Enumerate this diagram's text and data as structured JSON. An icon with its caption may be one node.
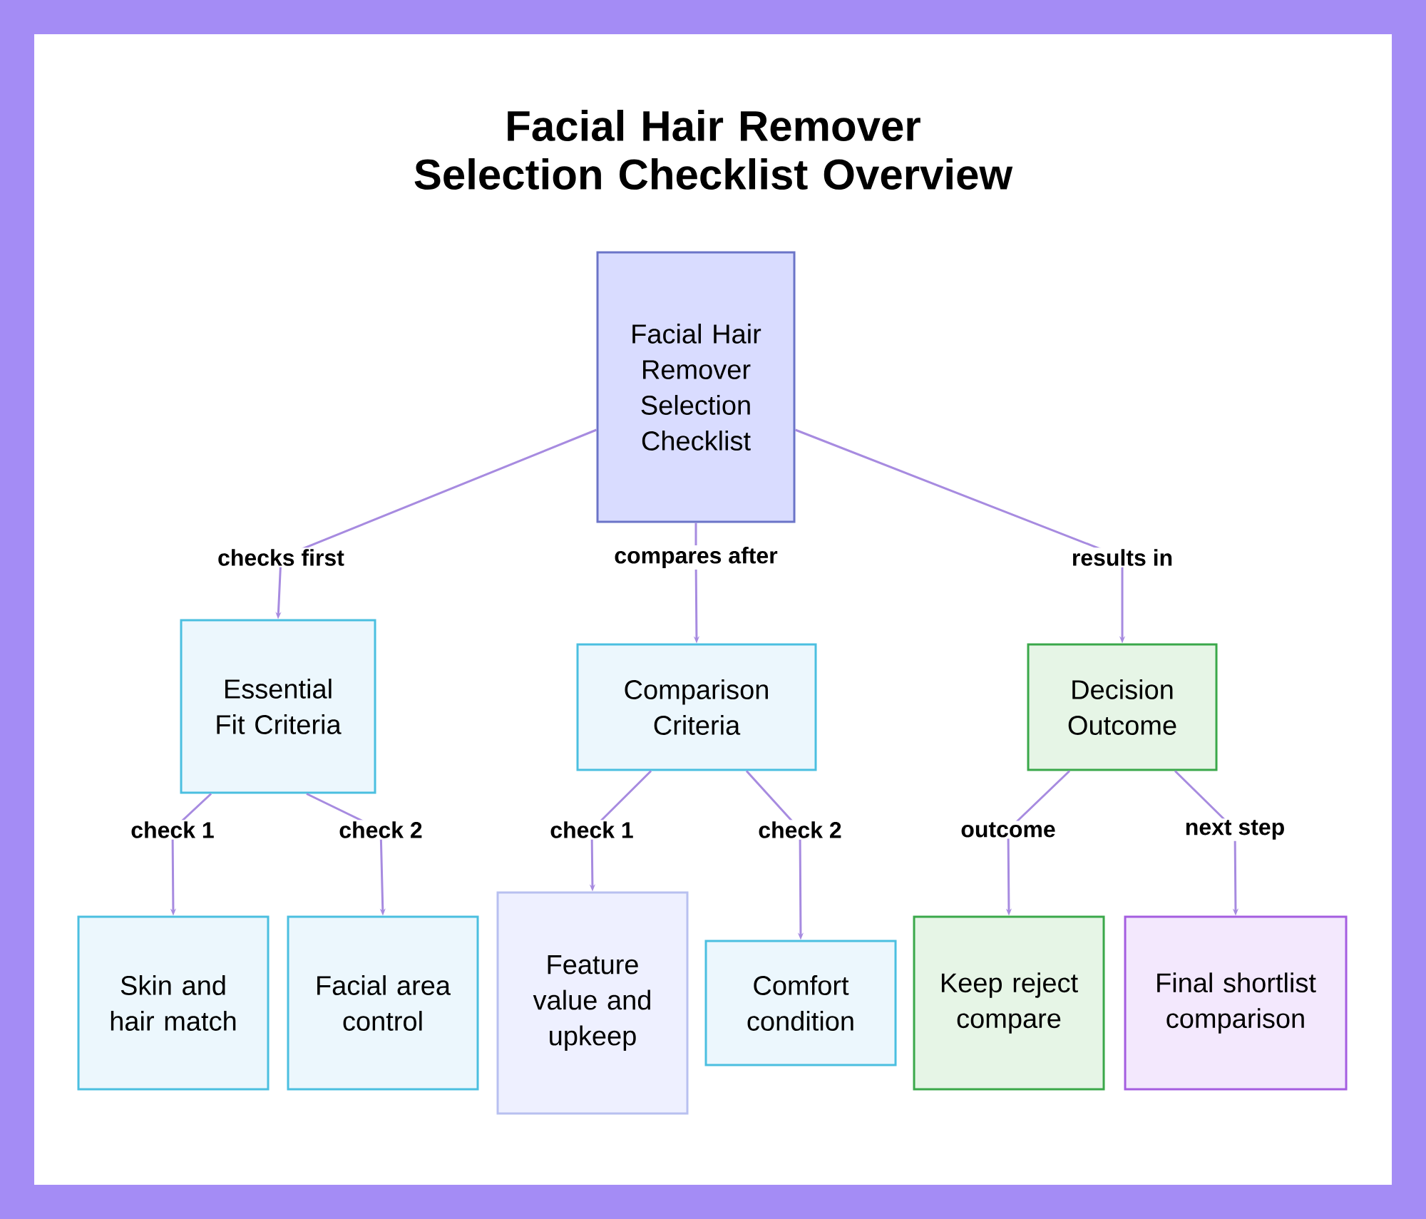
{
  "diagram": {
    "title": "Facial Hair Remover Selection Checklist Overview",
    "nodes": [
      {
        "text": [
          "Facial Hair Remover Selection Checklist"
        ]
      },
      {
        "text": [
          "Essential Fit Criteria"
        ]
      },
      {
        "text": [
          "Comparison Criteria"
        ]
      },
      {
        "text": [
          "Decision Outcome"
        ]
      },
      {
        "text": [
          "Skin and hair match"
        ]
      },
      {
        "text": [
          "Facial area control"
        ]
      },
      {
        "text": [
          "Feature value and upkeep"
        ]
      },
      {
        "text": [
          "Comfort condition"
        ]
      },
      {
        "text": [
          "Keep reject compare"
        ]
      },
      {
        "text": [
          "Final shortlist comparison"
        ]
      }
    ],
    "edges": [
      {
        "from": 0,
        "to": 1,
        "arrow": "to",
        "label": "checks first"
      },
      {
        "from": 0,
        "to": 2,
        "arrow": "to",
        "label": "compares after"
      },
      {
        "from": 0,
        "to": 3,
        "arrow": "to",
        "label": "results in"
      },
      {
        "from": 1,
        "to": 4,
        "arrow": "to",
        "label": "check 1"
      },
      {
        "from": 1,
        "to": 5,
        "arrow": "to",
        "label": "check 2"
      },
      {
        "from": 2,
        "to": 6,
        "arrow": "to",
        "label": "check 1"
      },
      {
        "from": 2,
        "to": 7,
        "arrow": "to",
        "label": "check 2"
      },
      {
        "from": 3,
        "to": 8,
        "arrow": "to",
        "label": "outcome"
      },
      {
        "from": 3,
        "to": 9,
        "arrow": "to",
        "label": "next step"
      }
    ]
  }
}
